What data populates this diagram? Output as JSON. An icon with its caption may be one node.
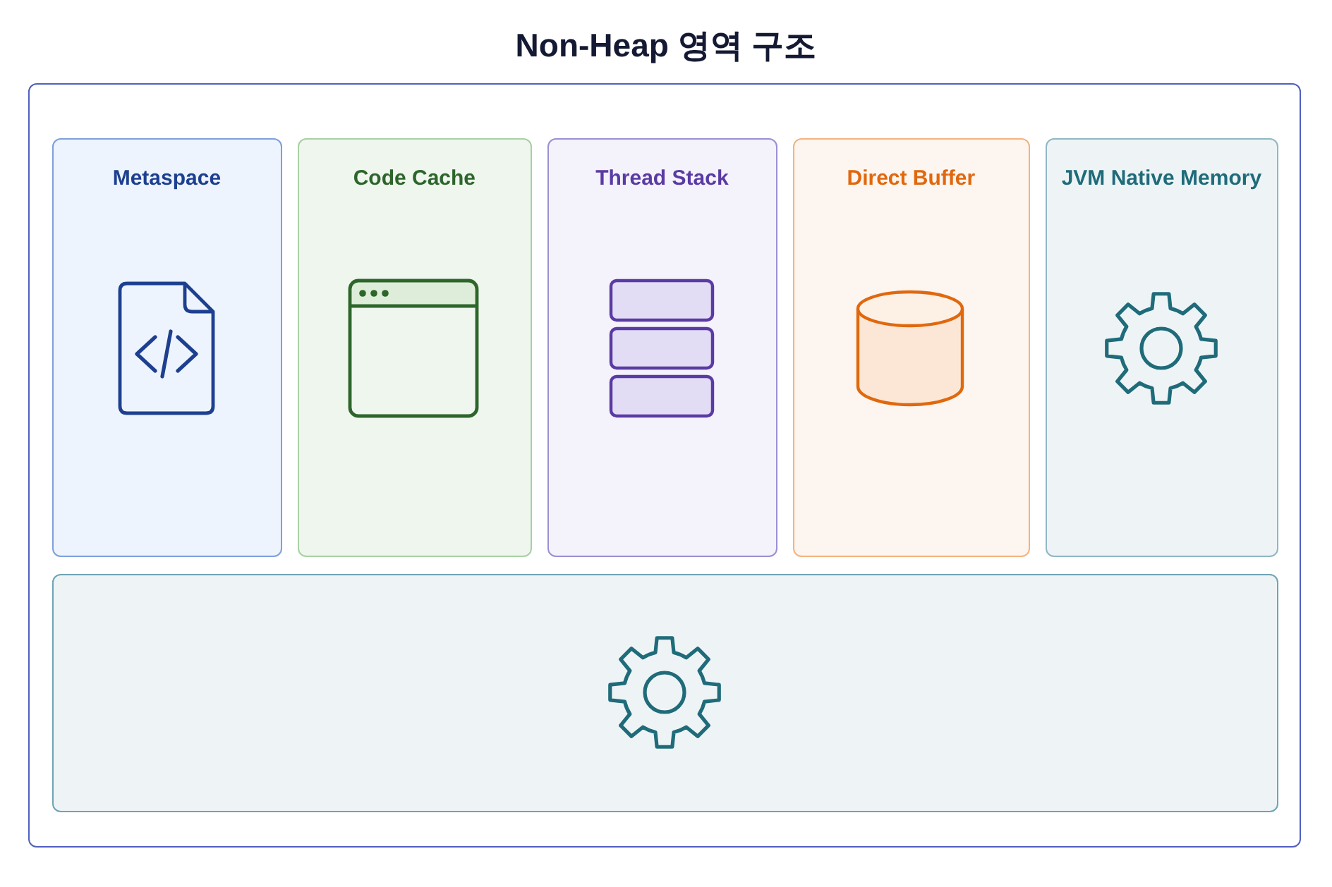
{
  "diagram": {
    "title": "Non-Heap 영역 구조",
    "nodes": [
      {
        "text": [],
        "shape": "box"
      },
      {
        "text": [
          "Metaspace"
        ],
        "in": 0
      },
      {
        "text": [
          "Code Cache"
        ],
        "in": 0
      },
      {
        "text": [
          "Thread Stack"
        ],
        "in": 0
      },
      {
        "text": [
          "Direct Buffer"
        ],
        "in": 0
      },
      {
        "text": [
          "JVM Native Memory"
        ],
        "in": 0
      },
      {
        "text": [],
        "shape": "box",
        "in": 0
      }
    ],
    "edges": []
  }
}
